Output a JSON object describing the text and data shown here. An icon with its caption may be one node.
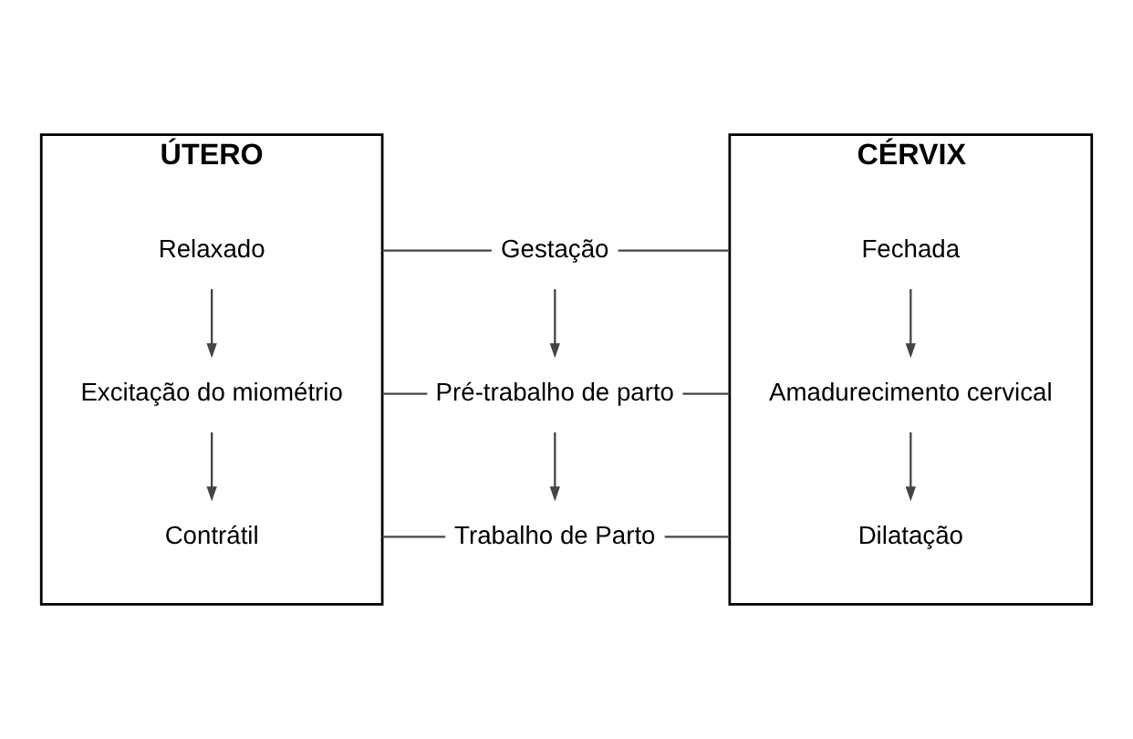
{
  "diagram": {
    "nodes": [
      {
        "text": [
          "ÚTERO"
        ]
      },
      {
        "text": [
          "Relaxado"
        ],
        "in": 0
      },
      {
        "text": [
          "Excitação do miométrio"
        ],
        "in": 0
      },
      {
        "text": [
          "Contrátil"
        ],
        "in": 0
      },
      {
        "text": [
          "Gestação"
        ]
      },
      {
        "text": [
          "Pré-trabalho de parto"
        ]
      },
      {
        "text": [
          "Trabalho de Parto"
        ]
      },
      {
        "text": [
          "CÉRVIX"
        ]
      },
      {
        "text": [
          "Fechada"
        ],
        "in": 7
      },
      {
        "text": [
          "Amadurecimento cervical"
        ],
        "in": 7
      },
      {
        "text": [
          "Dilatação"
        ],
        "in": 7
      }
    ],
    "edges": [
      {
        "from": 1,
        "to": 2,
        "arrow": "to"
      },
      {
        "from": 2,
        "to": 3,
        "arrow": "to"
      },
      {
        "from": 4,
        "to": 5,
        "arrow": "to"
      },
      {
        "from": 5,
        "to": 6,
        "arrow": "to"
      },
      {
        "from": 8,
        "to": 9,
        "arrow": "to"
      },
      {
        "from": 9,
        "to": 10,
        "arrow": "to"
      },
      {
        "from": 0,
        "to": 4,
        "arrow": "none"
      },
      {
        "from": 4,
        "to": 7,
        "arrow": "none"
      },
      {
        "from": 0,
        "to": 5,
        "arrow": "none"
      },
      {
        "from": 5,
        "to": 7,
        "arrow": "none"
      },
      {
        "from": 0,
        "to": 6,
        "arrow": "none"
      },
      {
        "from": 6,
        "to": 7,
        "arrow": "none"
      }
    ]
  }
}
